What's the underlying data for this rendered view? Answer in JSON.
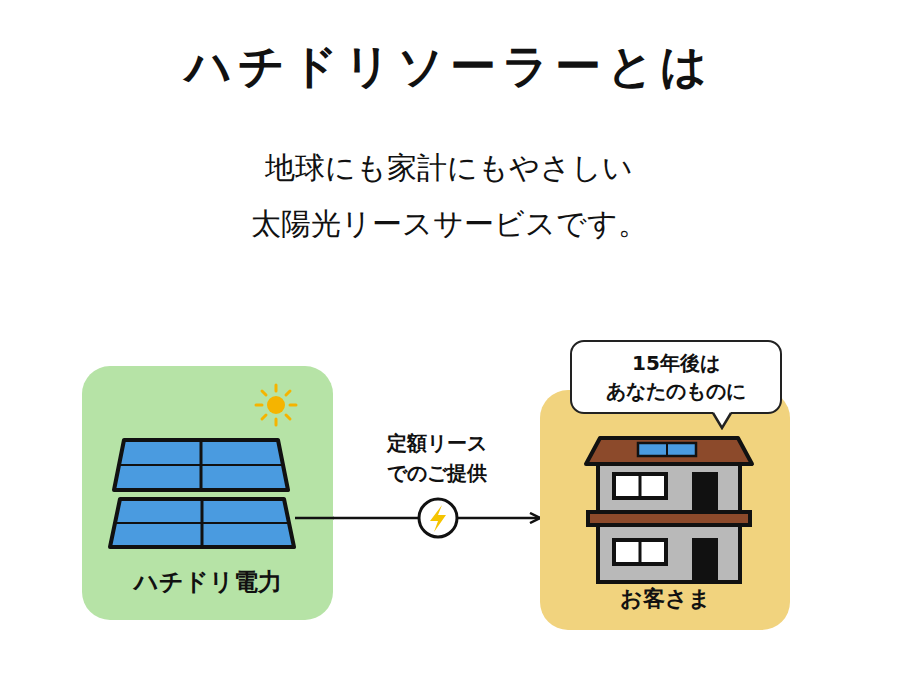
{
  "diagram": {
    "title": "ハチドリソーラーとは",
    "nodes": [
      {
        "text": [
          "ハチドリ電力"
        ]
      },
      {
        "text": [
          "お客さま"
        ]
      },
      {
        "text": [
          "15年後は あなたのものに"
        ]
      }
    ],
    "edges": [
      {
        "from": 0,
        "to": 1,
        "label": "定額リース でのご提供",
        "arrow": "to"
      }
    ],
    "labels": [
      "地球にも家計にもやさしい 太陽光リースサービスです。"
    ]
  }
}
